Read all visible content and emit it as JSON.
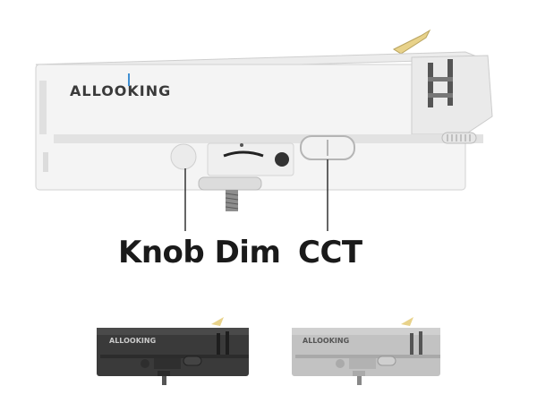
{
  "brand": {
    "text": "ALLOOKING",
    "color_main": "#3a3a3a",
    "accent": "#3f8fd2"
  },
  "labels": {
    "knob": "Knob Dim",
    "cct": "CCT"
  },
  "variants": [
    {
      "name": "black-adapter",
      "body": "#3a3a3a",
      "brand_color": "#bfbfbf"
    },
    {
      "name": "grey-adapter",
      "body": "#bdbdbd",
      "brand_color": "#555555"
    }
  ],
  "colors": {
    "main_body": "#f2f2f2",
    "shadow": "#d8d8d8",
    "wire": "#e8d28a",
    "metal": "#9a9a9a"
  }
}
